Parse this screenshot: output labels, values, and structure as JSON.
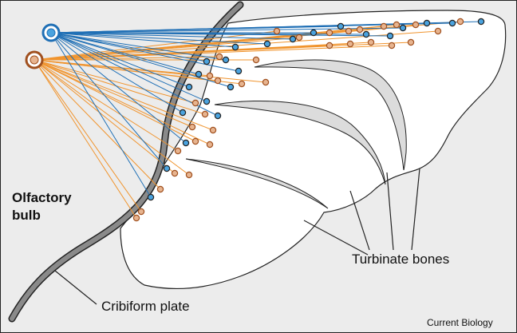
{
  "labels": {
    "olfactory_bulb_line1": "Olfactory",
    "olfactory_bulb_line2": "bulb",
    "turbinate_bones": "Turbinate bones",
    "cribiform_plate": "Cribiform plate",
    "credit": "Current Biology"
  },
  "colors": {
    "background": "#ececec",
    "blue_neuron": "#1f6fb5",
    "blue_neuron_fill": "#4aa3df",
    "orange_neuron": "#f0942e",
    "orange_neuron_ring": "#a0501f",
    "orange_neuron_fill": "#e7b48f",
    "plate": "#8a8a8a",
    "outline": "#222222"
  }
}
